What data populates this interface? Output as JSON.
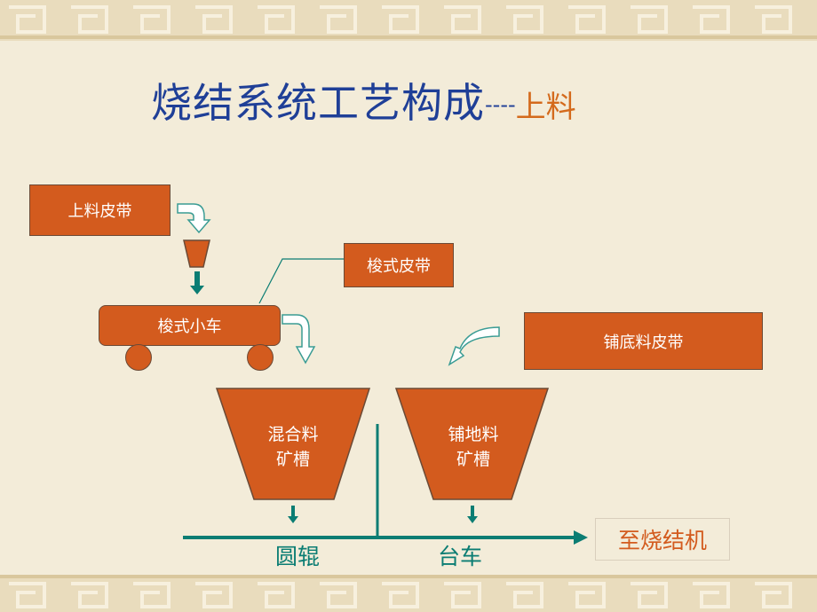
{
  "title": {
    "main": "烧结系统工艺构成",
    "dashes": "----",
    "sub": "上料"
  },
  "boxes": {
    "feed_belt": "上料皮带",
    "shuttle_belt": "梭式皮带",
    "shuttle_cart": "梭式小车",
    "bedding_belt": "铺底料皮带"
  },
  "hoppers": {
    "mix": {
      "line1": "混合料",
      "line2": "矿槽"
    },
    "hearth": {
      "line1": "铺地料",
      "line2": "矿槽"
    }
  },
  "labels": {
    "roller": "圆辊",
    "trolley": "台车",
    "destination": "至烧结机"
  },
  "colors": {
    "box": "#d35b1e",
    "title": "#1f3f97",
    "accent": "#0b7d73",
    "subtitle": "#d46a1c"
  }
}
